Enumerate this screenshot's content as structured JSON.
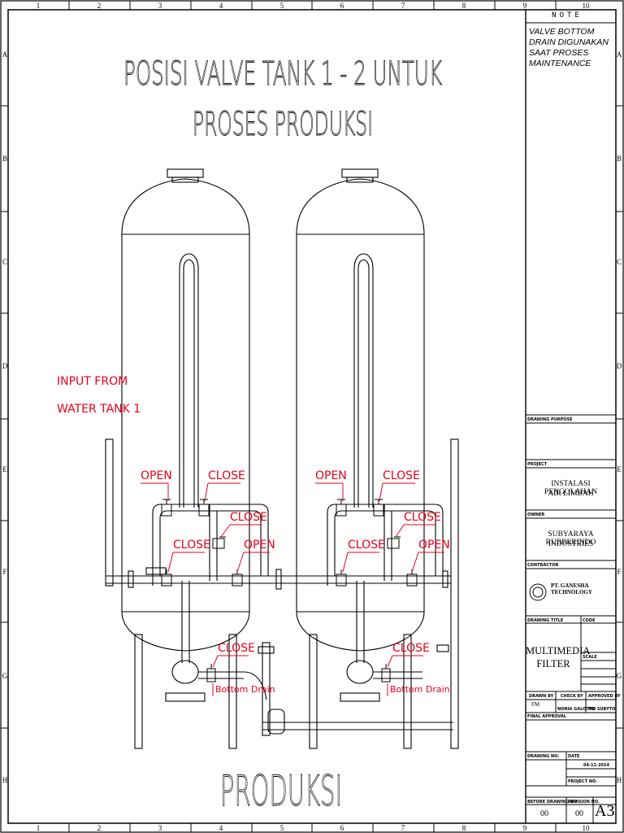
{
  "title": {
    "line1": "POSISI VALVE  TANK 1 - 2 UNTUK",
    "line2": "PROSES PRODUKSI"
  },
  "footer_label": "PRODUKSI",
  "input_label": {
    "line1": "INPUT FROM",
    "line2": "WATER TANK 1"
  },
  "valves": {
    "tank1_top_left": "OPEN",
    "tank1_top_right": "CLOSE",
    "tank1_side_right": "CLOSE",
    "tank1_mid_left": "CLOSE",
    "tank1_mid_right": "OPEN",
    "tank1_bottom": "CLOSE",
    "tank1_drain": "Bottom Drain",
    "tank2_top_left": "OPEN",
    "tank2_top_right": "CLOSE",
    "tank2_side_right": "CLOSE",
    "tank2_mid_left": "CLOSE",
    "tank2_mid_right": "OPEN",
    "tank2_bottom": "CLOSE",
    "tank2_drain": "Bottom Drain"
  },
  "grid": {
    "columns": [
      "1",
      "2",
      "3",
      "4",
      "5",
      "6",
      "7",
      "8",
      "9",
      "10"
    ],
    "rows": [
      "A",
      "B",
      "C",
      "D",
      "E",
      "F",
      "G",
      "H"
    ]
  },
  "note": {
    "title": "NOTE",
    "text": "VALVE  BOTTOM  DRAIN DIGUNAKAN SAAT PROSES  MAINTENANCE"
  },
  "title_block": {
    "drawing_purpose_label": "DRAWING PURPOSE",
    "project_label": "PROJECT",
    "project_name_1": "INSTALASI  PENGOLAHAN",
    "project_name_2": "AIR  LIMBAH",
    "owner_label": "OWNER",
    "owner_name_1": "SUBYARAYA  RUBBERINDO",
    "owner_name_2": "INDUSTRIES",
    "contractor_label": "CONTRACTOR",
    "contractor_name": "PT. GANESHA  TECHNOLOGY",
    "drawing_title_label": "DRAWING TITLE",
    "code_label": "CODE",
    "drawing_title_1": "MULTIMEDIA",
    "drawing_title_2": "FILTER",
    "scale_label": "SCALE",
    "drawn_by_label": "DRAWN BY",
    "check_by_label": "CHECK BY",
    "approved_by_label": "APPROVED BY",
    "drawn_by": "FM",
    "check_by": "NONIA GALOTTO",
    "approved_by": "MD SUBYTO",
    "final_approval_label": "FINAL APPROVAL",
    "drawing_no_label": "DRAWING NO.",
    "date_label": "DATE",
    "date": "04-12-2014",
    "project_no_label": "PROJECT NO.",
    "before_drawing_label": "BEFORE DRAWING NO.",
    "revision_label": "REVISION NO.",
    "before_drawing_no": "00",
    "revision_no": "00",
    "sheet_size": "A3"
  },
  "colors": {
    "line": "#000000",
    "annotation": "#e8001c"
  }
}
